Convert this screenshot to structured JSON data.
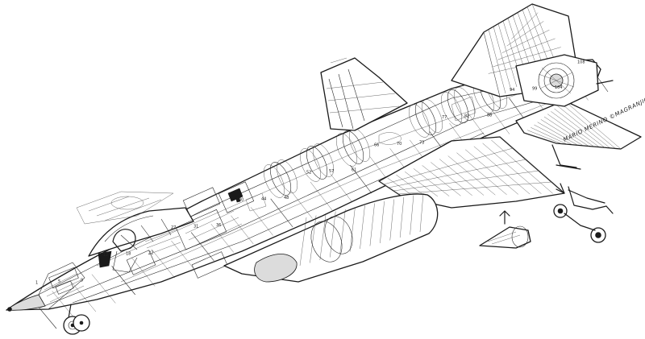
{
  "artist_signature": "MARIO MERINO ©MAGRANJICA",
  "callout_numbers": [
    "1",
    "5",
    "9",
    "12",
    "18",
    "22",
    "27",
    "31",
    "36",
    "40",
    "44",
    "48",
    "52",
    "57",
    "61",
    "66",
    "70",
    "73",
    "77",
    "82",
    "88",
    "94",
    "99",
    "104",
    "108"
  ],
  "colors": {
    "ink": "#1a1a1a",
    "paper": "#ffffff",
    "shading": "#dcdcdc"
  }
}
